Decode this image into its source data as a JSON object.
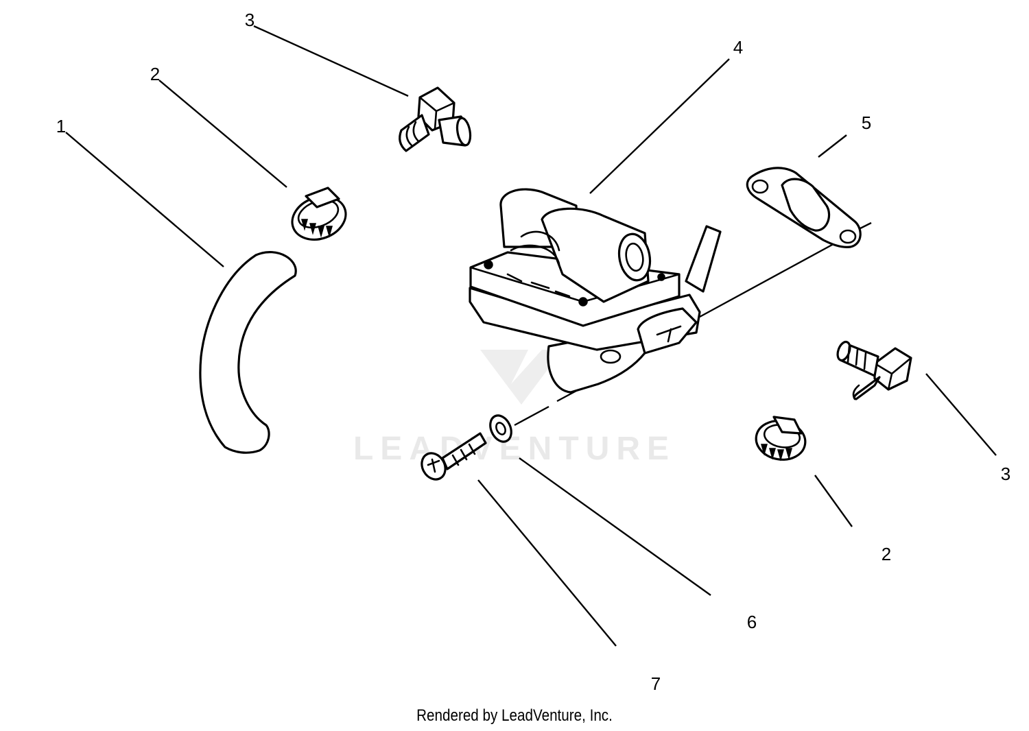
{
  "callouts": [
    {
      "number": "1",
      "part": "hose"
    },
    {
      "number": "2",
      "part": "hose-clamp"
    },
    {
      "number": "3",
      "part": "elbow-fitting"
    },
    {
      "number": "4",
      "part": "fuel-pump"
    },
    {
      "number": "5",
      "part": "gasket"
    },
    {
      "number": "3",
      "part": "elbow-fitting"
    },
    {
      "number": "2",
      "part": "hose-clamp"
    },
    {
      "number": "6",
      "part": "washer"
    },
    {
      "number": "7",
      "part": "screw"
    }
  ],
  "watermark": {
    "brand": "LEADVENTURE"
  },
  "footer": {
    "text": "Rendered by LeadVenture, Inc."
  },
  "colors": {
    "line": "#000000",
    "background": "#ffffff",
    "watermark": "#e9e9e9"
  }
}
